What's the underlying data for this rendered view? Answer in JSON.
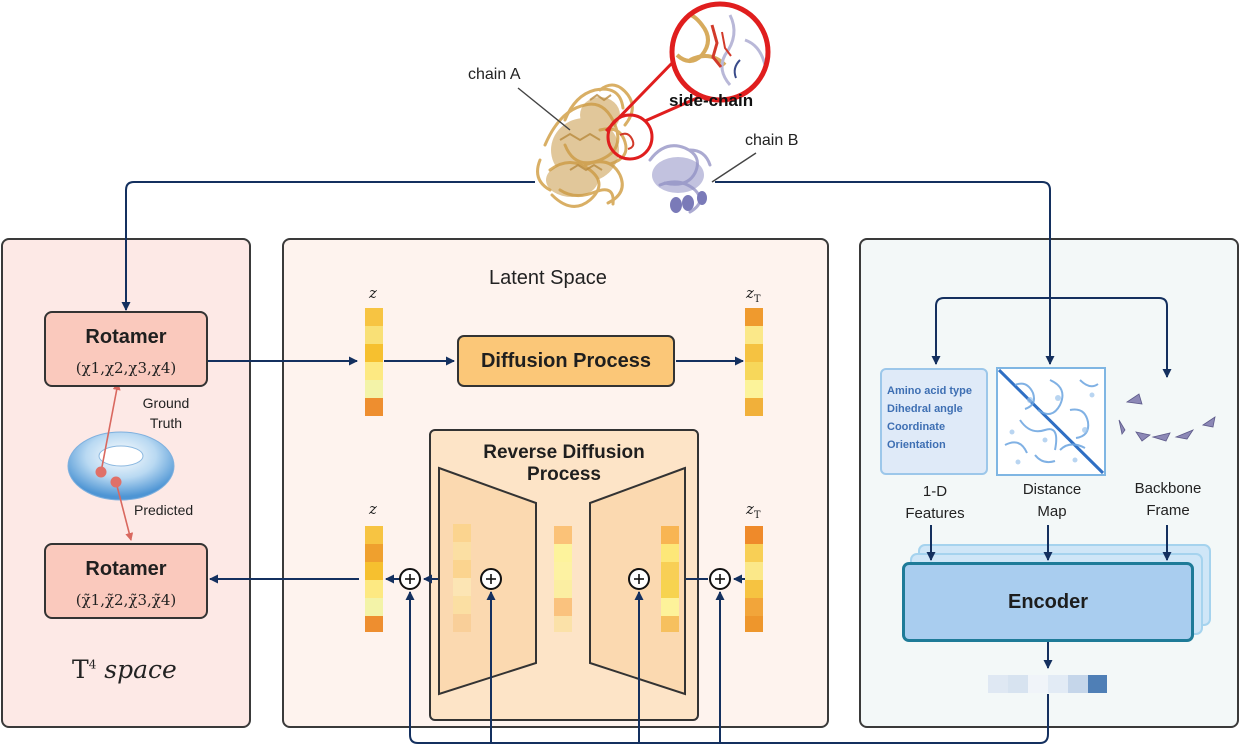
{
  "top": {
    "chain_a_label": "chain A",
    "chain_b_label": "chain B",
    "side_chain_label": "side-chain"
  },
  "t4_panel": {
    "rotamer_label": "Rotamer",
    "rotamer_formula": "(χ1,χ2,χ3,χ4)",
    "rotamer_pred_label": "Rotamer",
    "rotamer_pred_formula": "(χ̃1,χ̃2,χ̃3,χ̃4)",
    "ground_truth_label": "Ground\nTruth",
    "predicted_label": "Predicted",
    "space_label_main": "T",
    "space_label_sup": "4",
    "space_label_italic": "space"
  },
  "latent_panel": {
    "title": "Latent Space",
    "diffusion_process": "Diffusion Process",
    "reverse_diffusion": "Reverse Diffusion\nProcess",
    "z_label": "z",
    "zt_label": "z",
    "zt_sub": "T",
    "plus": "+"
  },
  "encoder_panel": {
    "features": [
      "Amino acid type",
      "Dihedral angle",
      "Coordinate",
      "Orientation"
    ],
    "features_caption": "1-D\nFeatures",
    "distance_caption": "Distance\nMap",
    "backbone_caption": "Backbone\nFrame",
    "encoder_label": "Encoder"
  },
  "colors": {
    "arrow": "#14305f",
    "rotamer_fill": "#fac9bd",
    "diffusion_fill": "#fbc778",
    "encoder_fill": "#a9cdef",
    "highlight_ring": "#e01e1e"
  }
}
